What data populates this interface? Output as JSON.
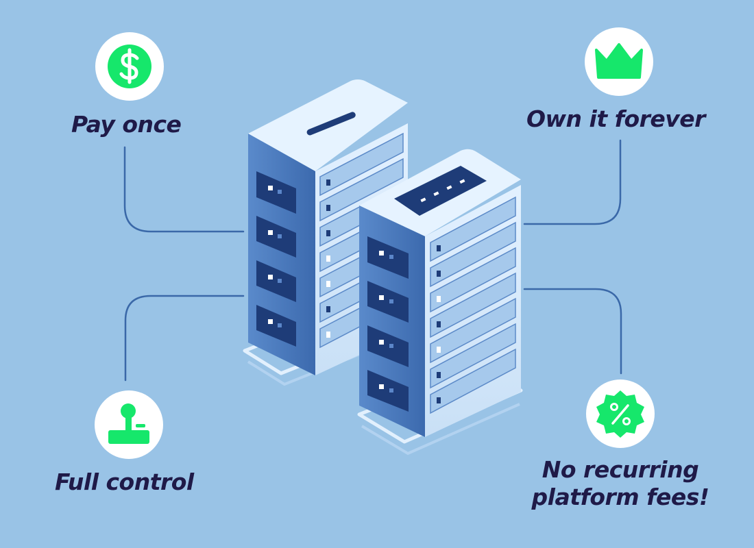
{
  "colors": {
    "background": "#99c3e6",
    "connector": "#3a68a8",
    "icon_circle": "#ffffff",
    "icon_accent": "#16e76b",
    "label_text": "#1f1a48",
    "server_side_dark": "#3f6fb2",
    "server_front_light": "#d8ebfb",
    "server_top": "#e6f3ff",
    "slot_dark": "#1e3c78"
  },
  "features": {
    "pay_once": {
      "label": "Pay once",
      "icon": "dollar-icon"
    },
    "own_forever": {
      "label": "Own it forever",
      "icon": "crown-icon"
    },
    "full_control": {
      "label": "Full control",
      "icon": "joystick-icon"
    },
    "no_fees": {
      "label_line1": "No recurring",
      "label_line2": "platform fees!",
      "icon": "percent-badge-icon"
    }
  },
  "illustration": {
    "subject": "two-server-racks"
  }
}
